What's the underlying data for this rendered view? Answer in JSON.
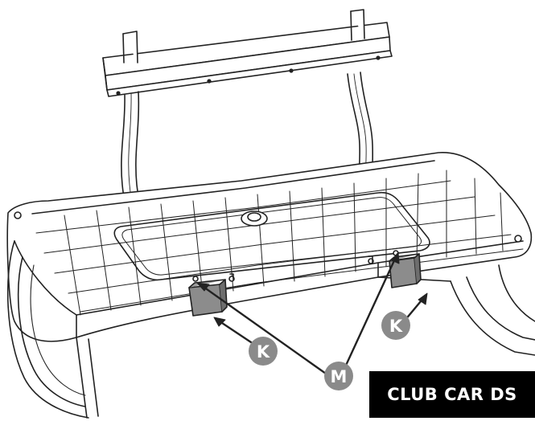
{
  "figure": {
    "model_label": "CLUB CAR DS",
    "callouts": {
      "k_left": "K",
      "m_center": "M",
      "k_right": "K"
    }
  },
  "colors": {
    "line": "#222222",
    "bracket_fill": "#8c8c8c",
    "callout_circle": "#8a8a8a",
    "badge_bg": "#000000",
    "badge_text": "#ffffff"
  }
}
